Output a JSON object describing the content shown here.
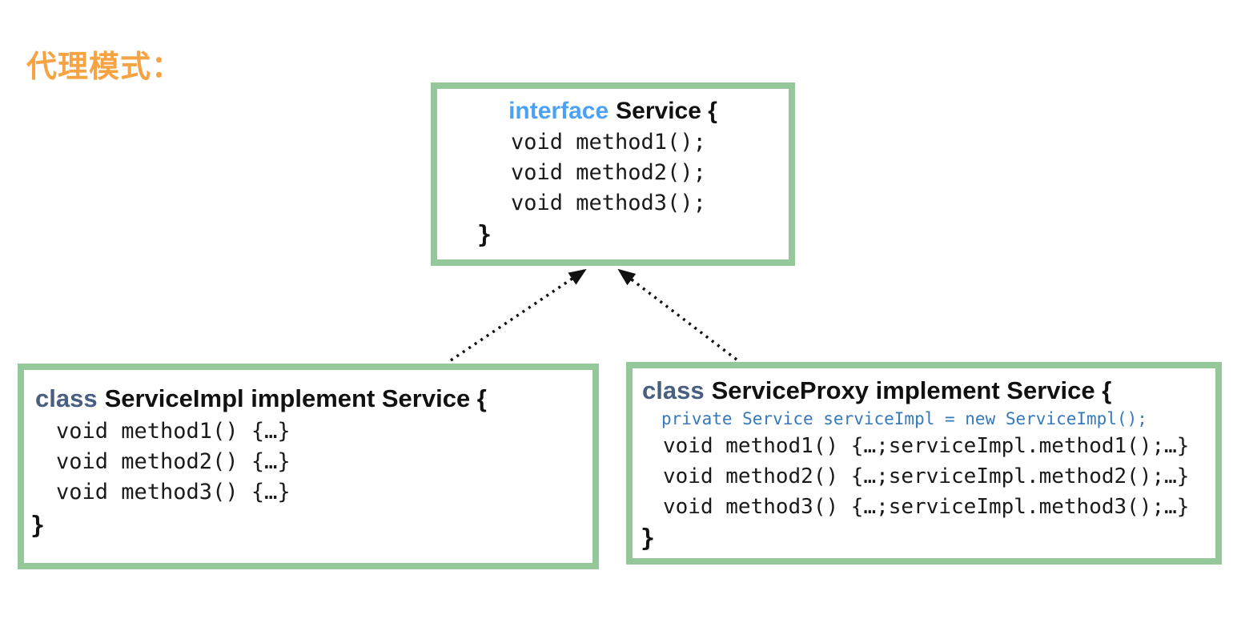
{
  "title": {
    "text": "代理模式："
  },
  "colors": {
    "title_orange": "#f5a343",
    "box_border_green": "#94c89b",
    "interface_keyword_blue": "#4ba2f4",
    "class_keyword_slate": "#485f82",
    "field_line_blue": "#3579bb",
    "code_black": "#1a1a1a"
  },
  "interface_box": {
    "keyword": "interface",
    "declaration": "Service {",
    "lines": [
      "void method1();",
      "void method2();",
      "void method3();"
    ],
    "closing": "}"
  },
  "impl_box": {
    "keyword": "class",
    "declaration": "ServiceImpl implement Service {",
    "lines": [
      "void method1() {…}",
      "void method2() {…}",
      "void method3() {…}"
    ],
    "closing": "}"
  },
  "proxy_box": {
    "keyword": "class",
    "declaration": "ServiceProxy implement Service {",
    "field": "private Service serviceImpl = new ServiceImpl();",
    "lines": [
      "void method1() {…;serviceImpl.method1();…}",
      "void method2() {…;serviceImpl.method2();…}",
      "void method3() {…;serviceImpl.method3();…}"
    ],
    "closing": "}"
  }
}
